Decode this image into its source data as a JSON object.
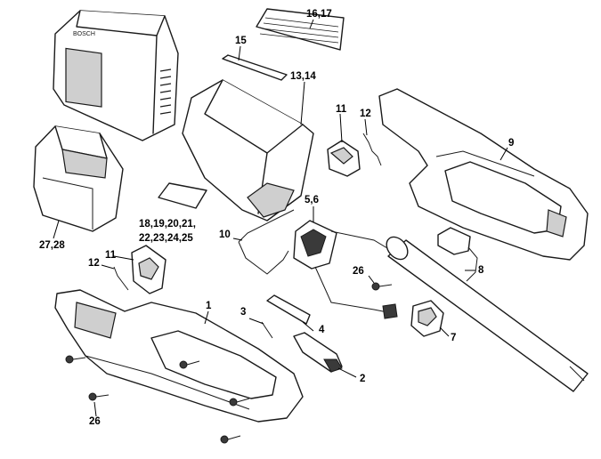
{
  "labels": {
    "l1": "1",
    "l2": "2",
    "l3": "3",
    "l4": "4",
    "l5_6": "5,6",
    "l7": "7",
    "l8": "8",
    "l9": "9",
    "l10": "10",
    "l11_top": "11",
    "l11_left": "11",
    "l12_top": "12",
    "l12_left": "12",
    "l13_14": "13,14",
    "l15": "15",
    "l16_17": "16,17",
    "l18_21": "18,19,20,21,",
    "l22_25": "22,23,24,25",
    "l26_center": "26",
    "l26_bottom": "26",
    "l27_28": "27,28"
  }
}
